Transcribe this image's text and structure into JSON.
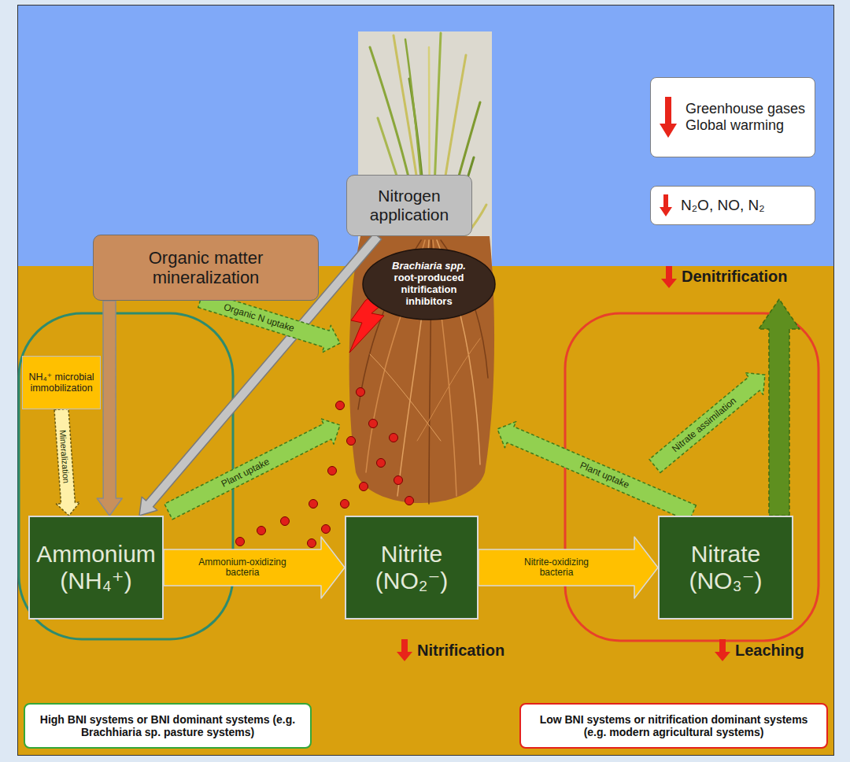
{
  "diagram": {
    "nodes": [
      {
        "text": [
          "Greenhouse gases Global warming"
        ]
      },
      {
        "text": [
          "N₂O, NO, N₂"
        ]
      },
      {
        "text": [
          "Nitrogen application"
        ]
      },
      {
        "text": [
          "Organic matter mineralization"
        ]
      },
      {
        "text": [
          "Brachiaria spp.",
          "root-produced nitrification inhibitors"
        ]
      },
      {
        "text": [
          "NH₄⁺ microbial immobilization"
        ]
      },
      {
        "text": [
          "Ammonium (NH₄⁺)"
        ]
      },
      {
        "text": [
          "Nitrite (NO₂⁻)"
        ]
      },
      {
        "text": [
          "Nitrate (NO₃⁻)"
        ]
      },
      {
        "text": [
          "High BNI systems or BNI dominant systems (e.g. Brachhiaria sp. pasture systems)"
        ]
      },
      {
        "text": [
          "Low BNI systems or nitrification dominant systems (e.g. modern agricultural systems)"
        ]
      }
    ],
    "edges": [
      {
        "from": 3,
        "to": 6,
        "arrow": "to"
      },
      {
        "from": 2,
        "to": 6,
        "arrow": "to"
      },
      {
        "from": 5,
        "to": 6,
        "label": "Mineralization",
        "arrow": "to"
      },
      {
        "from": 6,
        "to": 7,
        "label": "Ammonium-oxidizing bacteria",
        "arrow": "to"
      },
      {
        "from": 7,
        "to": 8,
        "label": "Nitrite-oxidizing bacteria",
        "arrow": "to"
      }
    ],
    "labels": [
      "Organic N uptake",
      "Plant uptake",
      "Plant uptake",
      "Nitrate assimilation",
      "Denitrification",
      "Nitrification",
      "Leaching"
    ]
  }
}
